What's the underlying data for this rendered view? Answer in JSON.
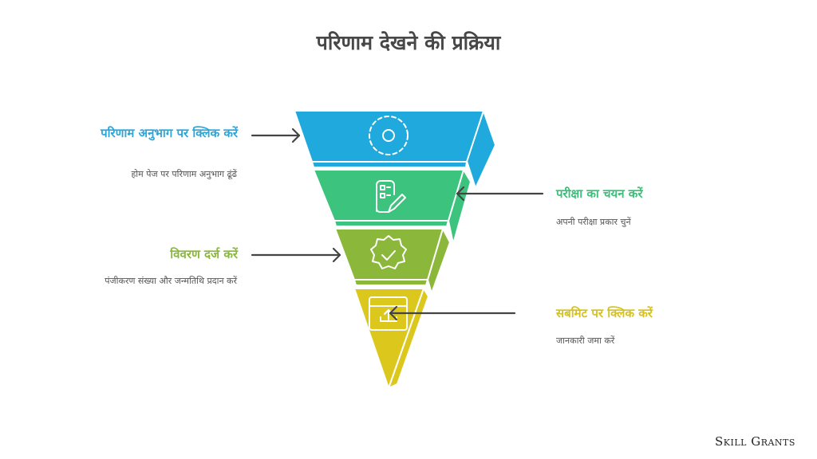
{
  "title": "परिणाम देखने की प्रक्रिया",
  "colors": {
    "blue": "#1fa9dc",
    "green": "#3cc47f",
    "olive": "#8bb83a",
    "yellow": "#dcc81c",
    "text": "#474747"
  },
  "steps": [
    {
      "label": "परिणाम अनुभाग पर क्लिक करें",
      "desc": "होम पेज पर परिणाम अनुभाग ढूंढें",
      "icon": "target-circle-icon"
    },
    {
      "label": "परीक्षा का चयन करें",
      "desc": "अपनी परीक्षा प्रकार चुनें",
      "icon": "checklist-pencil-icon"
    },
    {
      "label": "विवरण दर्ज करें",
      "desc": "पंजीकरण संख्या और जन्मतिथि प्रदान करें",
      "icon": "verified-badge-icon"
    },
    {
      "label": "सबमिट पर क्लिक करें",
      "desc": "जानकारी जमा करें",
      "icon": "upload-window-icon"
    }
  ],
  "logo": "Skill Grants"
}
